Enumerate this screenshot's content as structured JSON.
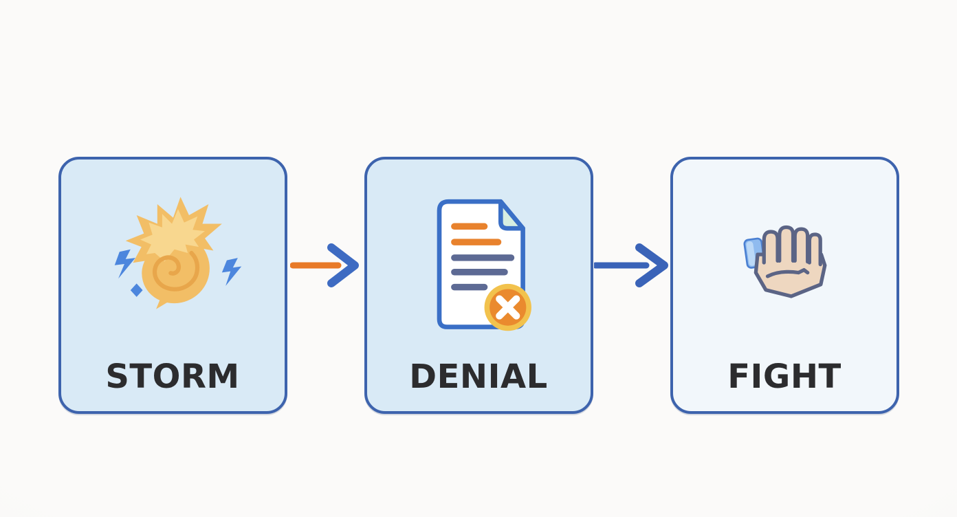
{
  "steps": [
    {
      "label": "STORM",
      "icon": "storm-cyclone-icon",
      "fill": "#D9EAF6",
      "border": "#3D63AD",
      "label_color": "#2C2C2E"
    },
    {
      "label": "DENIAL",
      "icon": "denied-document-icon",
      "fill": "#D9EAF6",
      "border": "#3D63AD",
      "label_color": "#2C2C2E"
    },
    {
      "label": "FIGHT",
      "icon": "raised-fist-icon",
      "fill": "#F2F7FB",
      "border": "#3D63AD",
      "label_color": "#2C2C2E"
    }
  ],
  "arrows": [
    {
      "from": "STORM",
      "to": "DENIAL",
      "shaft_color": "#E87A28",
      "head_color": "#3E6BC2"
    },
    {
      "from": "DENIAL",
      "to": "FIGHT",
      "shaft_color": "#3A63B8",
      "head_color": "#3A63B8"
    }
  ],
  "background_color": "#FAF9F8",
  "icon_colors": {
    "storm_gold": "#F2BE66",
    "storm_gold_light": "#F8D78F",
    "storm_swirl_line": "#E8A64B",
    "bolt_blue": "#4C86DD",
    "doc_stroke": "#3A6FC6",
    "doc_page": "#FFFFFF",
    "doc_fold": "#D7EEE1",
    "doc_line_orange": "#E8822D",
    "doc_line_slate": "#5D6A94",
    "badge_ring": "#F2C24D",
    "badge_fill": "#EA8A2E",
    "badge_x": "#FFFFFF",
    "fist_skin": "#EED7C0",
    "fist_outline": "#5B6485",
    "cuff_blue": "#8FBBEF",
    "cuff_blue_light": "#BCD9F7",
    "cuff_blue_stroke": "#4B80D2"
  }
}
